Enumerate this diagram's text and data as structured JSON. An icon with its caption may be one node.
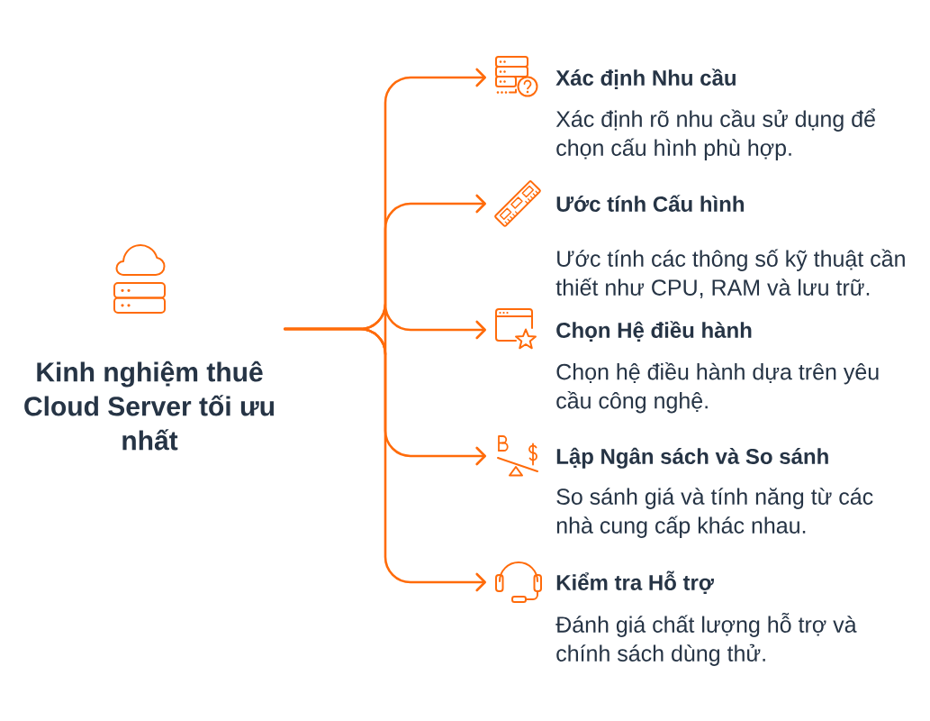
{
  "diagram": {
    "nodes": [
      {
        "text": [
          "Kinh nghiệm thuê Cloud Server tối ưu nhất"
        ]
      },
      {
        "text": [
          "Xác định Nhu cầu",
          "Xác định rõ nhu cầu sử dụng để chọn cấu hình phù hợp."
        ]
      },
      {
        "text": [
          "Ước tính Cấu hình",
          "Ước tính các thông số kỹ thuật cần thiết như CPU, RAM và lưu trữ."
        ]
      },
      {
        "text": [
          "Chọn Hệ điều hành",
          "Chọn hệ điều hành dựa trên yêu cầu công nghệ."
        ]
      },
      {
        "text": [
          "Lập Ngân sách và So sánh",
          "So sánh giá và tính năng từ các nhà cung cấp khác nhau."
        ]
      },
      {
        "text": [
          "Kiểm tra Hỗ trợ",
          "Đánh giá chất lượng hỗ trợ và chính sách dùng thử."
        ]
      }
    ],
    "edges": [
      {
        "from": 0,
        "to": 1,
        "arrow": "to"
      },
      {
        "from": 0,
        "to": 2,
        "arrow": "to"
      },
      {
        "from": 0,
        "to": 3,
        "arrow": "to"
      },
      {
        "from": 0,
        "to": 4,
        "arrow": "to"
      },
      {
        "from": 0,
        "to": 5,
        "arrow": "to"
      }
    ]
  }
}
